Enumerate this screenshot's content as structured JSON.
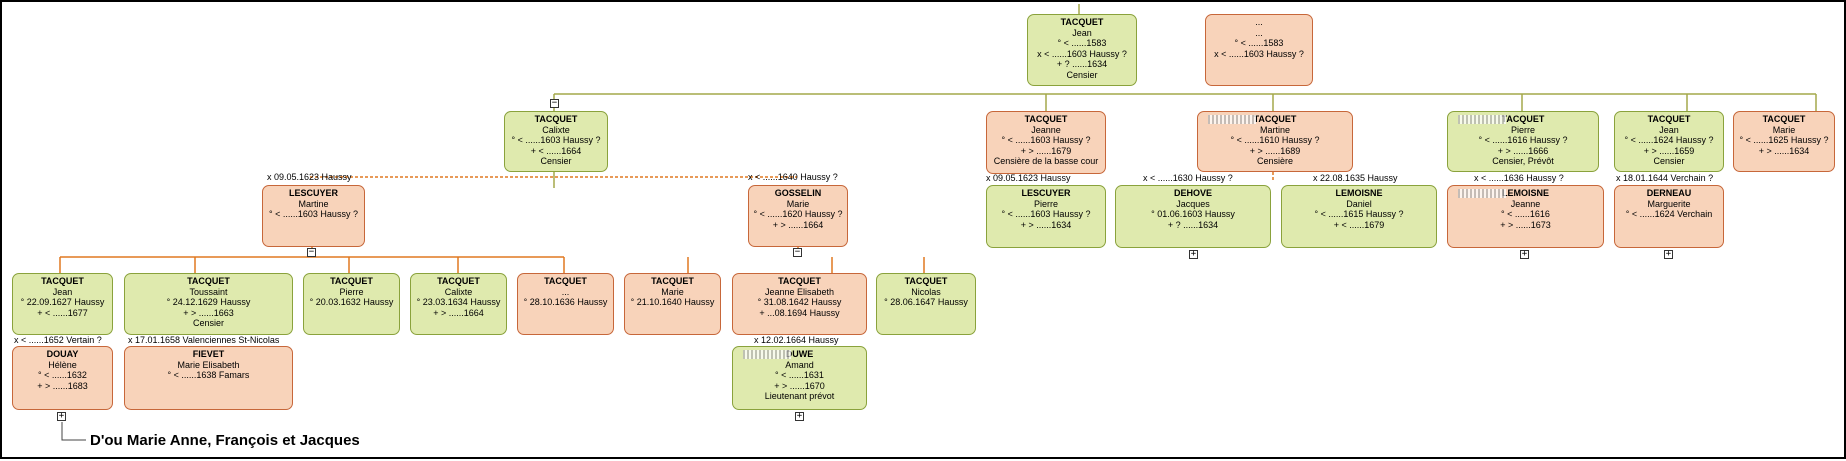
{
  "nodes": {
    "jean_1583": {
      "lines": [
        "TACQUET",
        "Jean",
        "° < ......1583",
        "x < ......1603 Haussy ?",
        "+ ? ......1634",
        "Censier"
      ]
    },
    "wife_jean": {
      "lines": [
        "...",
        "...",
        "° < ......1583",
        "x < ......1603 Haussy ?"
      ]
    },
    "calixte": {
      "lines": [
        "TACQUET",
        "Calixte",
        "° < ......1603 Haussy ?",
        "+ < ......1664",
        "Censier"
      ]
    },
    "jeanne": {
      "lines": [
        "TACQUET",
        "Jeanne",
        "° < ......1603 Haussy ?",
        "+ > ......1679",
        "Censière de la basse cour"
      ]
    },
    "martine_t": {
      "lines": [
        "TACQUET",
        "Martine",
        "° < ......1610 Haussy ?",
        "+ > ......1689",
        "Censière"
      ]
    },
    "pierre_t": {
      "lines": [
        "TACQUET",
        "Pierre",
        "° < ......1616 Haussy ?",
        "+ > ......1666",
        "Censier, Prévôt"
      ]
    },
    "jean_1624": {
      "lines": [
        "TACQUET",
        "Jean",
        "° < ......1624 Haussy ?",
        "+ > ......1659",
        "Censier"
      ]
    },
    "marie_1625": {
      "lines": [
        "TACQUET",
        "Marie",
        "° < ......1625 Haussy ?",
        "+ > ......1634"
      ]
    },
    "martine_l": {
      "lines": [
        "LESCUYER",
        "Martine",
        "° < ......1603 Haussy ?"
      ]
    },
    "marie_g": {
      "lines": [
        "GOSSELIN",
        "Marie",
        "° < ......1620 Haussy ?",
        "+ > ......1664"
      ]
    },
    "pierre_l": {
      "lines": [
        "LESCUYER",
        "Pierre",
        "° < ......1603 Haussy ?",
        "+ > ......1634"
      ]
    },
    "jacques_d": {
      "lines": [
        "DEHOVE",
        "Jacques",
        "° 01.06.1603 Haussy",
        "+ ? ......1634"
      ]
    },
    "daniel_l": {
      "lines": [
        "LEMOISNE",
        "Daniel",
        "° < ......1615 Haussy ?",
        "+ < ......1679"
      ]
    },
    "jeanne_l": {
      "lines": [
        "LEMOISNE",
        "Jeanne",
        "° < ......1616",
        "+ > ......1673"
      ]
    },
    "marguerite_d": {
      "lines": [
        "DERNEAU",
        "Marguerite",
        "° < ......1624 Verchain"
      ]
    },
    "jean_1627": {
      "lines": [
        "TACQUET",
        "Jean",
        "° 22.09.1627 Haussy",
        "+ < ......1677"
      ]
    },
    "toussaint": {
      "lines": [
        "TACQUET",
        "Toussaint",
        "° 24.12.1629 Haussy",
        "+ > ......1663",
        "Censier"
      ]
    },
    "pierre_1632": {
      "lines": [
        "TACQUET",
        "Pierre",
        "° 20.03.1632 Haussy"
      ]
    },
    "calixte_1634": {
      "lines": [
        "TACQUET",
        "Calixte",
        "° 23.03.1634 Haussy",
        "+ > ......1664"
      ]
    },
    "unknown_1636": {
      "lines": [
        "TACQUET",
        "...",
        "° 28.10.1636 Haussy"
      ]
    },
    "marie_1640": {
      "lines": [
        "TACQUET",
        "Marie",
        "° 21.10.1640 Haussy"
      ]
    },
    "jeanne_elisabeth": {
      "lines": [
        "TACQUET",
        "Jeanne Elisabeth",
        "° 31.08.1642 Haussy",
        "+ ...08.1694 Haussy"
      ]
    },
    "nicolas": {
      "lines": [
        "TACQUET",
        "Nicolas",
        "° 28.06.1647 Haussy"
      ]
    },
    "helene": {
      "lines": [
        "DOUAY",
        "Hélène",
        "° < ......1632",
        "+ > ......1683"
      ]
    },
    "marie_elisabeth": {
      "lines": [
        "FIEVET",
        "Marie Elisabeth",
        "° < ......1638 Famars"
      ]
    },
    "amand": {
      "lines": [
        "DUWE",
        "Amand",
        "° < ......1631",
        "+ > ......1670",
        "Lieutenant prévot"
      ]
    }
  },
  "marriage_labels": {
    "calixte_lescuyer": "x 09.05.1623 Haussy",
    "calixte_gosselin": "x < ......1640 Haussy ?",
    "jeanne_lescuyer": "x 09.05.1623 Haussy",
    "martine_dehove": "x < ......1630 Haussy ?",
    "martine_lemoisne": "x 22.08.1635 Haussy",
    "pierre_lemoisne": "x < ......1636 Haussy ?",
    "jean_derneau": "x 18.01.1644 Verchain ?",
    "jean_douay": "x < ......1652 Vertain ?",
    "toussaint_fievet": "x 17.01.1658 Valenciennes St-Nicolas",
    "jeanne_duwe": "x 12.02.1664 Haussy"
  },
  "note": "D'ou Marie Anne, François et Jacques",
  "toggle_minus": "−",
  "toggle_plus": "+",
  "colors": {
    "male_fill": "#dfeaae",
    "male_border": "#8aa23c",
    "female_fill": "#f8d3ba",
    "female_border": "#c7673a",
    "line_olive": "#a4a84a",
    "line_orange": "#e07820",
    "line_dash": "#e07820"
  }
}
